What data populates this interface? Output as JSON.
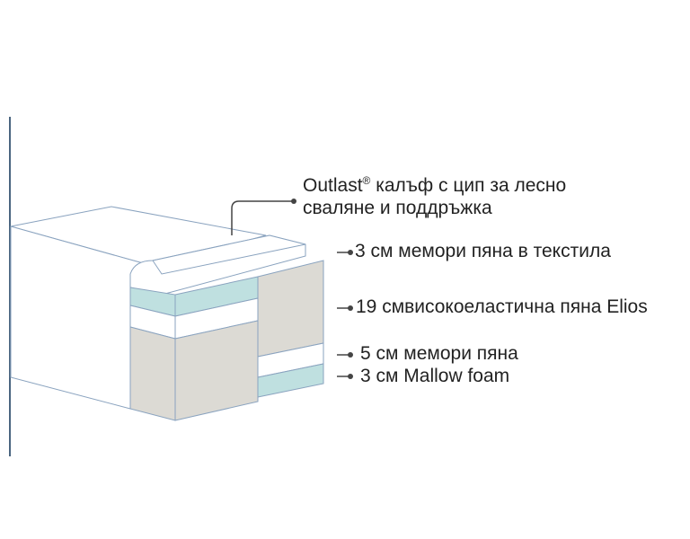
{
  "diagram": {
    "colors": {
      "outline": "#8aa3bf",
      "cover_fill": "#ffffff",
      "gel_fill": "#bfe0e0",
      "foam_fill": "#dcdad4",
      "leader": "#444444",
      "dimension_bar": "#4a6580"
    },
    "labels": {
      "cover_line1_text": "Outlast",
      "cover_line1_mark": "®",
      "cover_line1_rest": " калъф с цип за лесно",
      "cover_line2": "сваляне и поддръжка",
      "layer1": "3 см мемори пяна в текстила",
      "layer2": "19 смвисокоеластична пяна Elios",
      "layer3": "5 см мемори пяна",
      "layer4": "3 см Mallow foam"
    }
  }
}
